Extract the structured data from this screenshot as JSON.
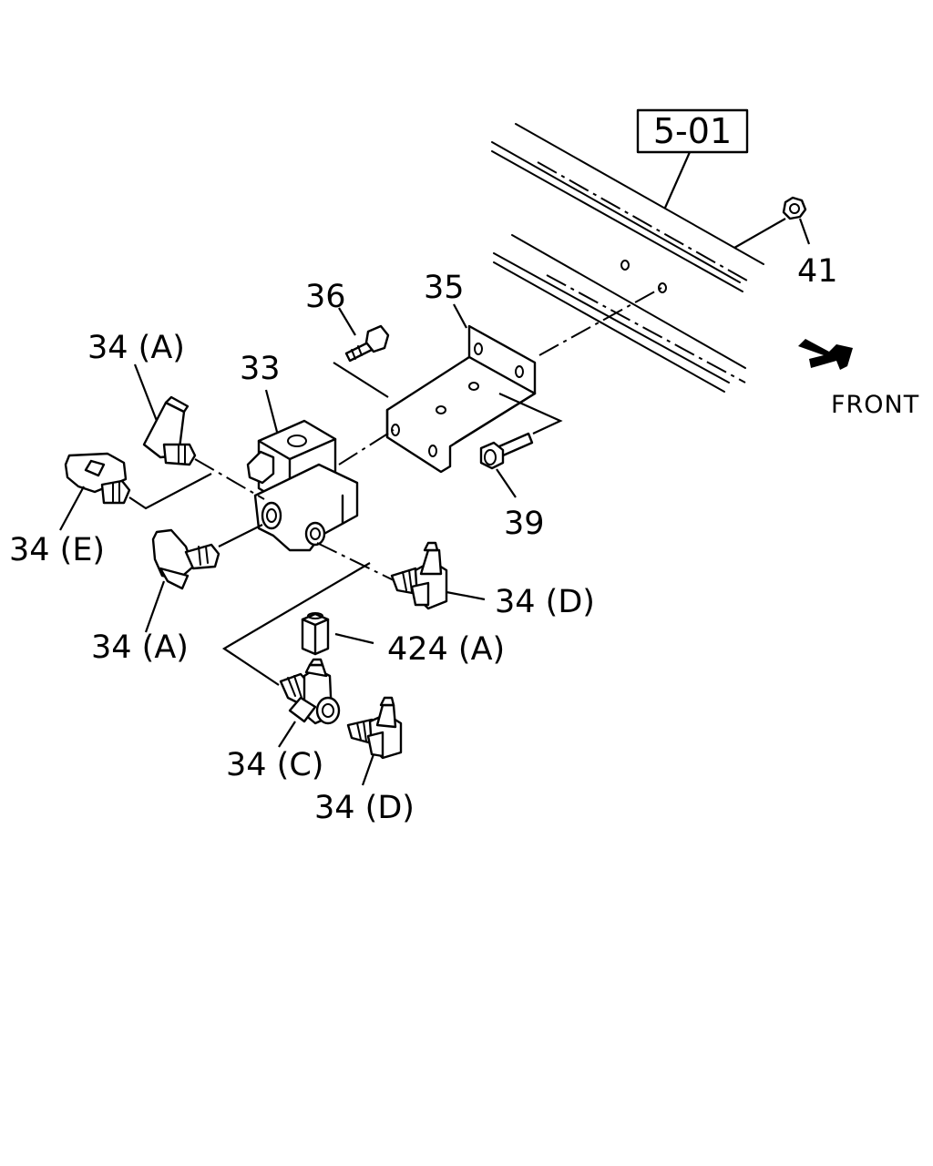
{
  "diagram": {
    "reference": "5-01",
    "direction": "FRONT",
    "labels": {
      "p41": "41",
      "p35": "35",
      "p36": "36",
      "p33": "33",
      "p34a_top": "34 (A)",
      "p34e": "34 (E)",
      "p39": "39",
      "p34d_right": "34 (D)",
      "p34a_bottom": "34 (A)",
      "p424a": "424 (A)",
      "p34c": "34 (C)",
      "p34d_bottom": "34 (D)"
    }
  }
}
